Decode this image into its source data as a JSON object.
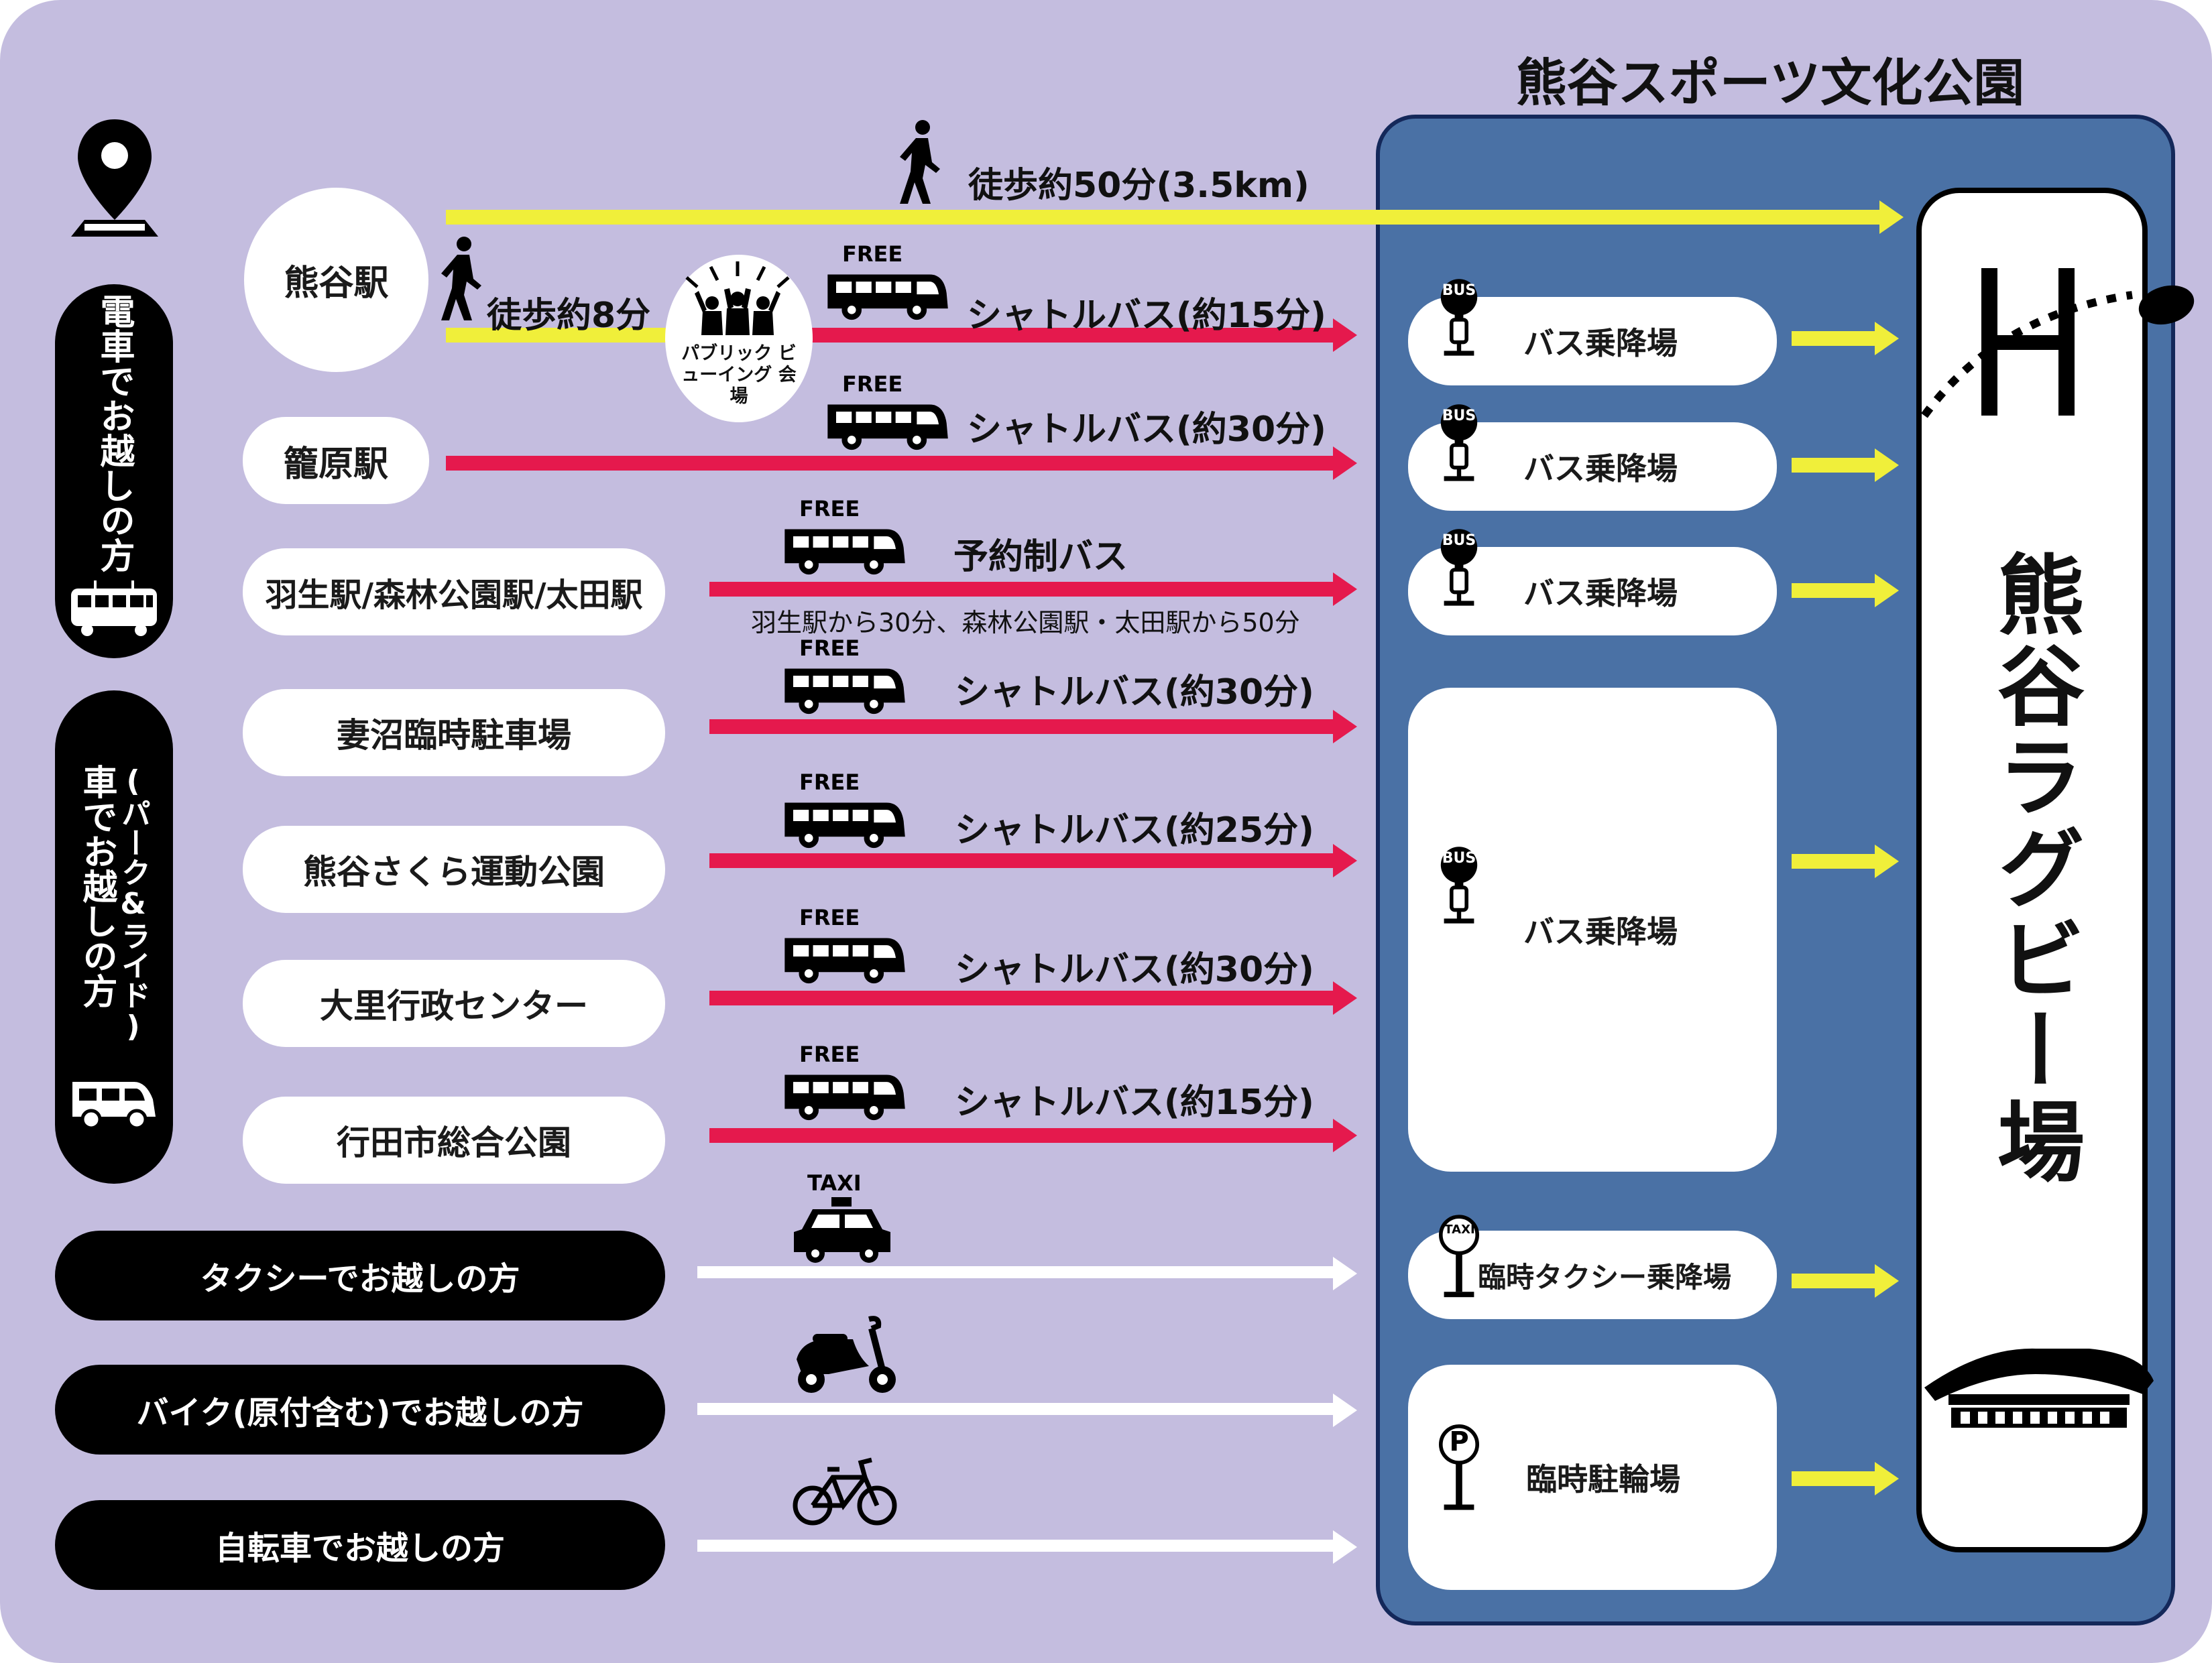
{
  "title": "熊谷スポーツ文化公園",
  "destination": "熊谷ラグビー場",
  "categories": {
    "train": "電車でお越しの方",
    "car": "車でお越しの方",
    "car_sub": "(パーク&ライド)"
  },
  "origins": {
    "kumagaya": "熊谷駅",
    "kagohara": "籠原駅",
    "hanyu": "羽生駅/森林公園駅/太田駅",
    "menuma": "妻沼臨時駐車場",
    "sakura": "熊谷さくら運動公園",
    "osato": "大里行政センター",
    "gyoda": "行田市総合公園"
  },
  "public_viewing": "パブリック ビューイング 会場",
  "modes": {
    "taxi": "タクシーでお越しの方",
    "bike": "バイク(原付含む)でお越しの方",
    "bicycle": "自転車でお越しの方"
  },
  "routes": {
    "walk_long": "徒歩約50分(3.5km)",
    "walk_short": "徒歩約8分",
    "shuttle_15": "シャトルバス(約15分)",
    "shuttle_30": "シャトルバス(約30分)",
    "reserve_bus": "予約制バス",
    "reserve_note": "羽生駅から30分、森林公園駅・太田駅から50分",
    "shuttle_menuma": "シャトルバス(約30分)",
    "shuttle_sakura": "シャトルバス(約25分)",
    "shuttle_osato": "シャトルバス(約30分)",
    "shuttle_gyoda": "シャトルバス(約15分)"
  },
  "icon_text": {
    "free": "FREE",
    "taxi": "TAXI",
    "bus": "BUS",
    "taxi_sign": "TAXI",
    "parking": "P"
  },
  "stops": {
    "bus": "バス乗降場",
    "taxi": "臨時タクシー乗降場",
    "bicycle": "臨時駐輪場"
  },
  "colors": {
    "background": "#c4bddf",
    "park": "#4a71a5",
    "walk_line": "#f0ef3a",
    "bus_line": "#e5194d",
    "other_line": "#ffffff"
  },
  "icons": [
    "map-pin-icon",
    "train-icon",
    "van-icon",
    "walker-icon",
    "crowd-icon",
    "free-bus-icon",
    "taxi-car-icon",
    "scooter-icon",
    "bicycle-icon",
    "bus-stop-icon",
    "taxi-stop-icon",
    "parking-sign-icon",
    "rugby-post-icon",
    "rugby-ball-icon",
    "stadium-icon"
  ]
}
